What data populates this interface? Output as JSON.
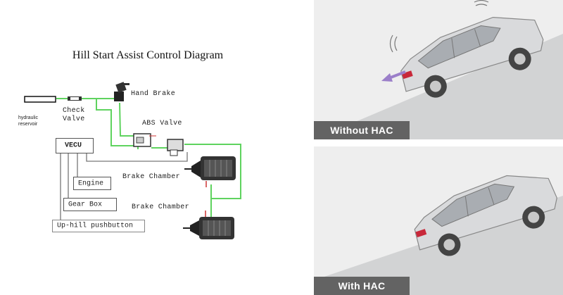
{
  "diagram": {
    "title": "Hill Start Assist Control Diagram",
    "components": {
      "reservoir": "hydraulic reservoir",
      "reservoir_line1": "hydraulic",
      "reservoir_line2": "reservoir",
      "check_valve_line1": "Check",
      "check_valve_line2": "Valve",
      "hand_brake": "Hand Brake",
      "abs_valve": "ABS Valve",
      "vecu": "VECU",
      "engine": "Engine",
      "gear_box": "Gear Box",
      "pushbutton": "Up-hill pushbutton",
      "brake_chamber_1": "Brake Chamber",
      "brake_chamber_2": "Brake Chamber"
    },
    "colors": {
      "pneumatic_line": "#5fd35f",
      "signal_line": "#777777",
      "port_marker": "#cc3333"
    }
  },
  "comparison": {
    "top": {
      "label": "Without HAC",
      "arrow_color": "#9b7fc9"
    },
    "bottom": {
      "label": "With HAC"
    },
    "colors": {
      "sky": "#eeeeee",
      "slope": "#d2d3d4",
      "tag_bg": "#636363",
      "tag_text": "#ffffff",
      "car_body": "#d9dadc",
      "tail_light": "#c8283a"
    }
  }
}
